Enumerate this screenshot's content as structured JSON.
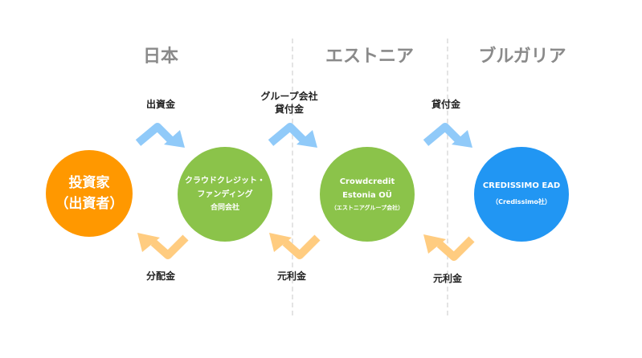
{
  "regions": [
    "日本",
    "エストニア",
    "ブルガリア"
  ],
  "entities": [
    {
      "lines": [
        "投資家",
        "（出資者）"
      ],
      "color": "#ff9800"
    },
    {
      "lines": [
        "クラウドクレジット・",
        "ファンディング",
        "合同会社"
      ],
      "color": "#8bc34a"
    },
    {
      "lines": [
        "Crowdcredit",
        "Estonia OÜ",
        "（エストニアグループ会社）"
      ],
      "color": "#8bc34a"
    },
    {
      "lines": [
        "CREDISSIMO EAD",
        "（Credissimo社）"
      ],
      "color": "#2196f3"
    }
  ],
  "flows_forward": [
    {
      "label": "出資金",
      "color": "#90caf9"
    },
    {
      "label": "グループ会社\n貸付金",
      "color": "#90caf9"
    },
    {
      "label": "貸付金",
      "color": "#90caf9"
    }
  ],
  "flows_return": [
    {
      "label": "分配金",
      "color": "#ffcc80"
    },
    {
      "label": "元利金",
      "color": "#ffcc80"
    },
    {
      "label": "元利金",
      "color": "#ffcc80"
    }
  ]
}
